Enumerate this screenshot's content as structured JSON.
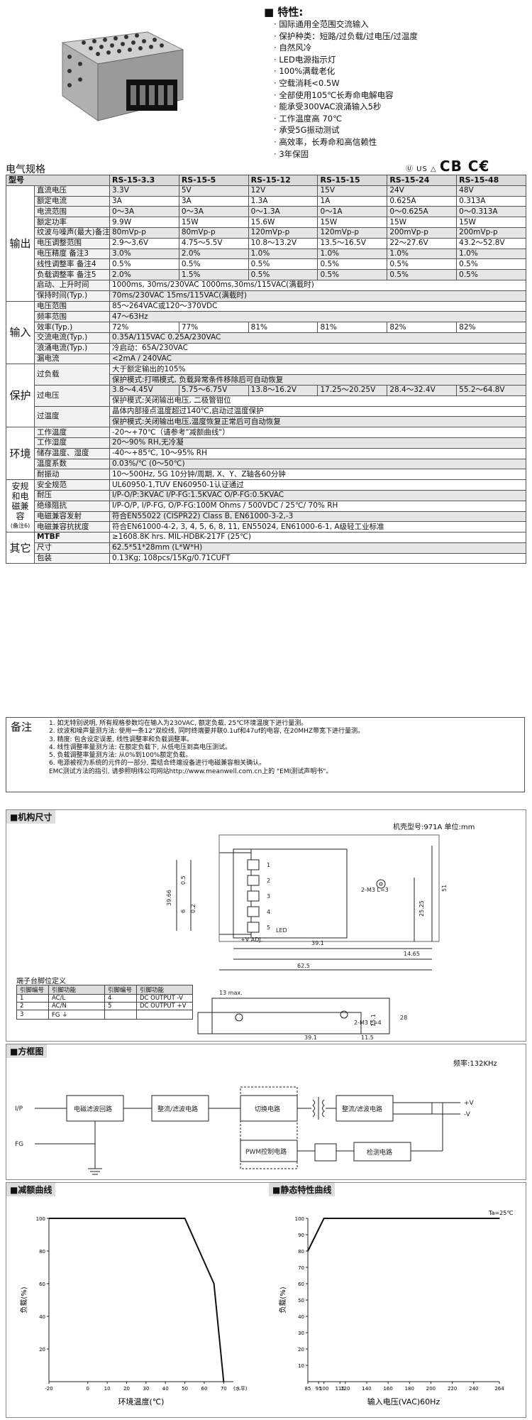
{
  "features": {
    "title": "特性:",
    "items": [
      "国际通用全范围交流输入",
      "保护种类：短路/过负载/过电压/过温度",
      "自然风冷",
      "LED电源指示灯",
      "100%满载老化",
      "空载消耗<0.5W",
      "全部使用105℃长寿命电解电容",
      "能承受300VAC浪涌输入5秒",
      "工作温度高  70℃",
      "承受5G振动测试",
      "高效率，长寿命和高信赖性",
      "3年保固"
    ],
    "cert_text": "CB C€"
  },
  "spec": {
    "section_title": "电气规格",
    "header": [
      "型号",
      "RS-15-3.3",
      "RS-15-5",
      "RS-15-12",
      "RS-15-15",
      "RS-15-24",
      "RS-15-48"
    ],
    "cat_output": "输出",
    "output_rows": [
      {
        "label": "直流电压",
        "v": [
          "3.3V",
          "5V",
          "12V",
          "15V",
          "24V",
          "48V"
        ]
      },
      {
        "label": "额定电流",
        "v": [
          "3A",
          "3A",
          "1.3A",
          "1A",
          "0.625A",
          "0.313A"
        ]
      },
      {
        "label": "电流范围",
        "v": [
          "0～3A",
          "0～3A",
          "0～1.3A",
          "0～1A",
          "0～0.625A",
          "0～0.313A"
        ]
      },
      {
        "label": "额定功率",
        "v": [
          "9.9W",
          "15W",
          "15.6W",
          "15W",
          "15W",
          "15W"
        ]
      },
      {
        "label": "纹波与噪声(最大)备注2",
        "v": [
          "80mVp-p",
          "80mVp-p",
          "120mVp-p",
          "120mVp-p",
          "200mVp-p",
          "200mVp-p"
        ]
      },
      {
        "label": "电压调整范围",
        "v": [
          "2.9～3.6V",
          "4.75～5.5V",
          "10.8～13.2V",
          "13.5～16.5V",
          "22～27.6V",
          "43.2～52.8V"
        ]
      },
      {
        "label": "电压精度 备注3",
        "v": [
          "3.0%",
          "2.0%",
          "1.0%",
          "1.0%",
          "1.0%",
          "1.0%"
        ]
      },
      {
        "label": "线性调整率 备注4",
        "v": [
          "0.5%",
          "0.5%",
          "0.5%",
          "0.5%",
          "0.5%",
          "0.5%"
        ]
      },
      {
        "label": "负载调整率 备注5",
        "v": [
          "2.0%",
          "1.5%",
          "0.5%",
          "0.5%",
          "0.5%",
          "0.5%"
        ]
      }
    ],
    "output_span_rows": [
      {
        "label": "启动、上升时间",
        "text": "1000ms, 30ms/230VAC     1000ms,30ms/115VAC(满载时)"
      },
      {
        "label": "保持时间(Typ.)",
        "text": "70ms/230VAC     15ms/115VAC(满载时)"
      }
    ],
    "cat_input": "输入",
    "input_rows": [
      {
        "label": "电压范围",
        "text": "85～264VAC或120～370VDC"
      },
      {
        "label": "频率范围",
        "text": "47～63Hz"
      },
      {
        "label": "效率(Typ.)",
        "v": [
          "72%",
          "77%",
          "81%",
          "81%",
          "82%",
          "82%"
        ]
      },
      {
        "label": "交流电流(Typ.)",
        "text": "0.35A/115VAC        0.25A/230VAC"
      },
      {
        "label": "浪涌电流(Typ.)",
        "text": "冷启动：65A/230VAC"
      },
      {
        "label": "漏电流",
        "text": "<2mA / 240VAC"
      }
    ],
    "cat_protect": "保护",
    "overload": {
      "label": "过负载",
      "line1": "大于额定输出的105%",
      "line2": "保护模式:打嗝模式, 负载异常条件移除后可自动恢复"
    },
    "overvoltage": {
      "label": "过电压",
      "v": [
        "3.8～4.45V",
        "5.75～6.75V",
        "13.8～16.2V",
        "17.25～20.25V",
        "28.4～32.4V",
        "55.2～64.8V"
      ],
      "line2": "保护模式:关闭输出电压, 二极管钳位"
    },
    "overtemp": {
      "label": "过温度",
      "line1": "晶体内部接点温度超过140℃,启动过温度保护",
      "line2": "保护模式:关闭输出电压,温度恢复正常后可自动恢复"
    },
    "cat_env": "环境",
    "env_rows": [
      {
        "label": "工作温度",
        "text": "-20～+70℃（请参考\"减额曲线\"）"
      },
      {
        "label": "工作湿度",
        "text": "20～90% RH,无冷凝"
      },
      {
        "label": "储存温度、湿度",
        "text": "-40～+85℃, 10～95% RH"
      },
      {
        "label": "温度系数",
        "text": "0.03%/℃ (0～50℃)"
      },
      {
        "label": "耐振动",
        "text": "10～500Hz, 5G 10分钟/周期, X、Y、Z轴各60分钟"
      }
    ],
    "cat_safety": "安规和电磁兼容",
    "cat_safety_note": "(备注6)",
    "safety_rows": [
      {
        "label": "安全规范",
        "text": "UL60950-1,TUV EN60950-1认证通过"
      },
      {
        "label": "耐压",
        "text": "I/P-O/P:3KVAC     I/P-FG:1.5KVAC     O/P-FG:0.5KVAC"
      },
      {
        "label": "绝缘阻抗",
        "text": "I/P-O/P, I/P-FG, O/P-FG:100M Ohms / 500VDC / 25℃/ 70% RH"
      },
      {
        "label": "电磁兼容发射",
        "text": "符合EN55022 (CISPR22) Class B, EN61000-3-2,-3"
      },
      {
        "label": "电磁兼容抗扰度",
        "text": "符合EN61000-4-2, 3, 4, 5, 6, 8, 11, EN55024, EN61000-6-1, A级轻工业标准"
      }
    ],
    "cat_other": "其它",
    "other_rows": [
      {
        "label": "MTBF",
        "text": "≥1608.8K hrs.     MIL-HDBK-217F (25℃)"
      },
      {
        "label": "尺寸",
        "text": "62.5*51*28mm (L*W*H)"
      },
      {
        "label": "包装",
        "text": "0.13Kg; 108pcs/15Kg/0.71CUFT"
      }
    ]
  },
  "notes": {
    "title": "备注",
    "lines": [
      "1. 如无特别说明, 所有规格参数均在输入为230VAC, 额定负载, 25℃环境温度下进行量测。",
      "2. 纹波和噪声量测方法: 使用一条12\"双绞线, 同时终端要并联0.1uf和47uf的电容, 在20MHZ带宽下进行量测。",
      "3. 精度: 包含设定误差, 线性调整率和负载调整率。",
      "4. 线性调整率量测方法: 在额定负载下, 从低电压到高电压测试。",
      "5. 负载调整率量测方法: 从0%到100%额定负载。",
      "6. 电源被视为系统的元件的一部分, 需结合终端设备进行电磁兼容相关确认。",
      "   EMC测试方法的指引, 请参照明纬公司网站http://www.meanwell.com.cn上的 \"EMI测试声明书\"。"
    ]
  },
  "mech": {
    "title": "机构尺寸",
    "case_info": "机壳型号:971A 单位:mm",
    "dims_front": [
      "39.66",
      "0.5",
      "6",
      "0.2",
      "51",
      "25.25",
      "39.1",
      "14.65",
      "62.5"
    ],
    "pin_numbers": [
      "1",
      "2",
      "3",
      "4",
      "5"
    ],
    "vadj_label": "+V ADJ.",
    "led_label": "LED",
    "screw1": "2-M3 L=3",
    "screw2": "2-M3 L=4",
    "dims_side": [
      "13 max.",
      "28",
      "15.1",
      "39.1",
      "11.5"
    ],
    "pin_table_title": "端子台脚位定义",
    "pin_table_header": [
      "引脚编号",
      "引脚功能",
      "引脚编号",
      "引脚功能"
    ],
    "pin_table_rows": [
      [
        "1",
        "AC/L",
        "4",
        "DC OUTPUT -V"
      ],
      [
        "2",
        "AC/N",
        "5",
        "DC OUTPUT +V"
      ],
      [
        "3",
        "FG ⏚",
        "",
        ""
      ]
    ]
  },
  "block": {
    "title": "方框图",
    "freq": "频率:132KHz",
    "ip": "I/P",
    "fg": "FG",
    "b1": "电磁滤波回路",
    "b2": "整流/滤波电路",
    "b3": "切换电路",
    "b4": "整流/滤波电路",
    "b5": "PWM控制电路",
    "b6": "检测电路",
    "vplus": "+V",
    "vminus": "-V"
  },
  "derating": {
    "title": "减额曲线",
    "ylabel": "负载(%)",
    "xlabel": "环境温度(℃)",
    "xnote": "(水平)",
    "yticks": [
      "100",
      "80",
      "60",
      "40",
      "20"
    ],
    "xticks": [
      "-20",
      "0",
      "10",
      "20",
      "30",
      "40",
      "50",
      "60",
      "70"
    ]
  },
  "static": {
    "title": "静态特性曲线",
    "note": "Ta=25℃",
    "ylabel": "负载(%)",
    "xlabel": "输入电压(VAC)60Hz",
    "yticks": [
      "100",
      "90",
      "80",
      "70",
      "60",
      "50",
      "40",
      "30",
      "20",
      "10"
    ],
    "xticks": [
      "85",
      "95",
      "100",
      "115",
      "120",
      "140",
      "160",
      "180",
      "200",
      "220",
      "240",
      "264"
    ]
  },
  "chart_data": [
    {
      "type": "line",
      "title": "减额曲线",
      "xlabel": "环境温度(℃)",
      "ylabel": "负载(%)",
      "x": [
        -20,
        50,
        65,
        70
      ],
      "values": [
        100,
        100,
        60,
        0
      ],
      "xlim": [
        -20,
        75
      ],
      "ylim": [
        0,
        100
      ]
    },
    {
      "type": "line",
      "title": "静态特性曲线",
      "xlabel": "输入电压(VAC)60Hz",
      "ylabel": "负载(%)",
      "x": [
        85,
        100,
        264
      ],
      "values": [
        80,
        100,
        100
      ],
      "xlim": [
        85,
        264
      ],
      "ylim": [
        0,
        100
      ]
    }
  ]
}
